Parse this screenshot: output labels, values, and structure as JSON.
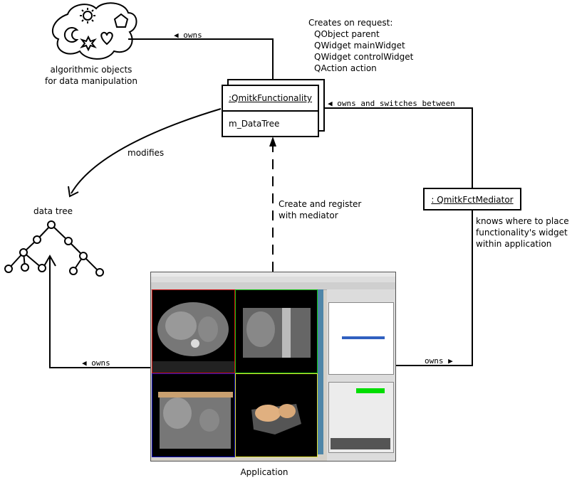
{
  "cloud": {
    "caption_line1": "algorithmic objects",
    "caption_line2": "for data manipulation"
  },
  "functionality": {
    "name": ":QmitkFunctionality",
    "attribute": "m_DataTree",
    "creates_title": "Creates on request:",
    "creates_items": [
      "QObject parent",
      "QWidget mainWidget",
      "QWidget controlWidget",
      "QAction action"
    ]
  },
  "mediator": {
    "name": ": QmitkFctMediator",
    "note_line1": "knows where to place",
    "note_line2": "functionality's widget",
    "note_line3": "within application"
  },
  "labels": {
    "owns_top": "◀ owns",
    "owns_switch": "◀ owns and switches between",
    "modifies": "modifies",
    "create_register_1": "Create and register",
    "create_register_2": "with mediator",
    "owns_left": "◀ owns",
    "owns_right": "owns ▶",
    "data_tree": "data tree",
    "application": "Application"
  },
  "colors": {
    "vp_red": "#d01010",
    "vp_green": "#10c010",
    "vp_blue": "#1010c0",
    "vp_yellow": "#e0e030",
    "status_green": "#00dd00"
  }
}
